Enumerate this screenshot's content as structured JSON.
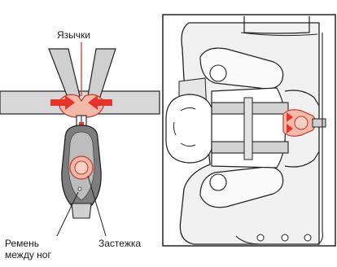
{
  "labels": {
    "tongues": "Язычки",
    "crotch_strap_line1": "Ремень",
    "crotch_strap_line2": "между ног",
    "buckle": "Застежка"
  },
  "colors": {
    "accent_red": "#e8332a",
    "buckle_fill": "#f2b8a8",
    "buckle_stroke": "#c0392b",
    "strap_gray": "#c8c8c8",
    "pad_gray": "#d4d4d4",
    "outline": "#222222",
    "light_fill": "#f5f5f5",
    "dark_fill": "#7a7a7a"
  }
}
